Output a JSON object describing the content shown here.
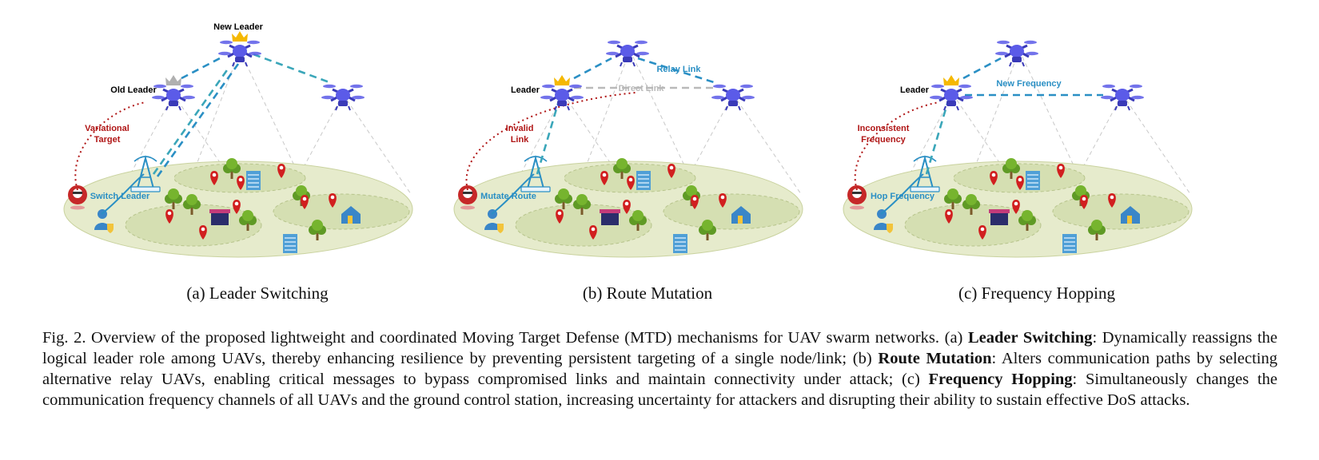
{
  "panels": [
    {
      "caption": "(a) Leader Switching",
      "labels": {
        "new_leader": "New Leader",
        "old_leader": "Old Leader",
        "attack": "Variational\nTarget",
        "gcs_action": "Switch Leader"
      }
    },
    {
      "caption": "(b) Route Mutation",
      "labels": {
        "leader": "Leader",
        "relay": "Relay Link",
        "direct": "Direct Link",
        "attack": "Invalid\nLink",
        "gcs_action": "Mutate Route"
      }
    },
    {
      "caption": "(c) Frequency Hopping",
      "labels": {
        "leader": "Leader",
        "new_freq": "New Frequency",
        "attack": "Inconsistent\nFrequency",
        "gcs_action": "Hop Frequency"
      }
    }
  ],
  "caption": {
    "prefix": "Fig. 2.  Overview of the proposed lightweight and coordinated Moving Target Defense (MTD) mechanisms for UAV swarm networks. (a) ",
    "term_a": "Leader Switching",
    "text_a": ": Dynamically reassigns the logical leader role among UAVs, thereby enhancing resilience by preventing persistent targeting of a single node/link; (b) ",
    "term_b": "Route Mutation",
    "text_b": ": Alters communication paths by selecting alternative relay UAVs, enabling critical messages to bypass compromised links and maintain connectivity under attack; (c) ",
    "term_c": "Frequency Hopping",
    "text_c": ": Simultaneously changes the communication frequency channels of all UAVs and the ground control station, increasing uncertainty for attackers and disrupting their ability to sustain effective DoS attacks."
  },
  "colors": {
    "drone": "#5b5be8",
    "drone_dark": "#3a3ab8",
    "crown": "#f5b800",
    "crown_gray": "#b0b0b0",
    "link_blue": "#2a8fc4",
    "link_teal": "#3aa6b9",
    "attack_red": "#b01616",
    "ground": "#e6ebcc",
    "zone": "#d5dfb2"
  }
}
